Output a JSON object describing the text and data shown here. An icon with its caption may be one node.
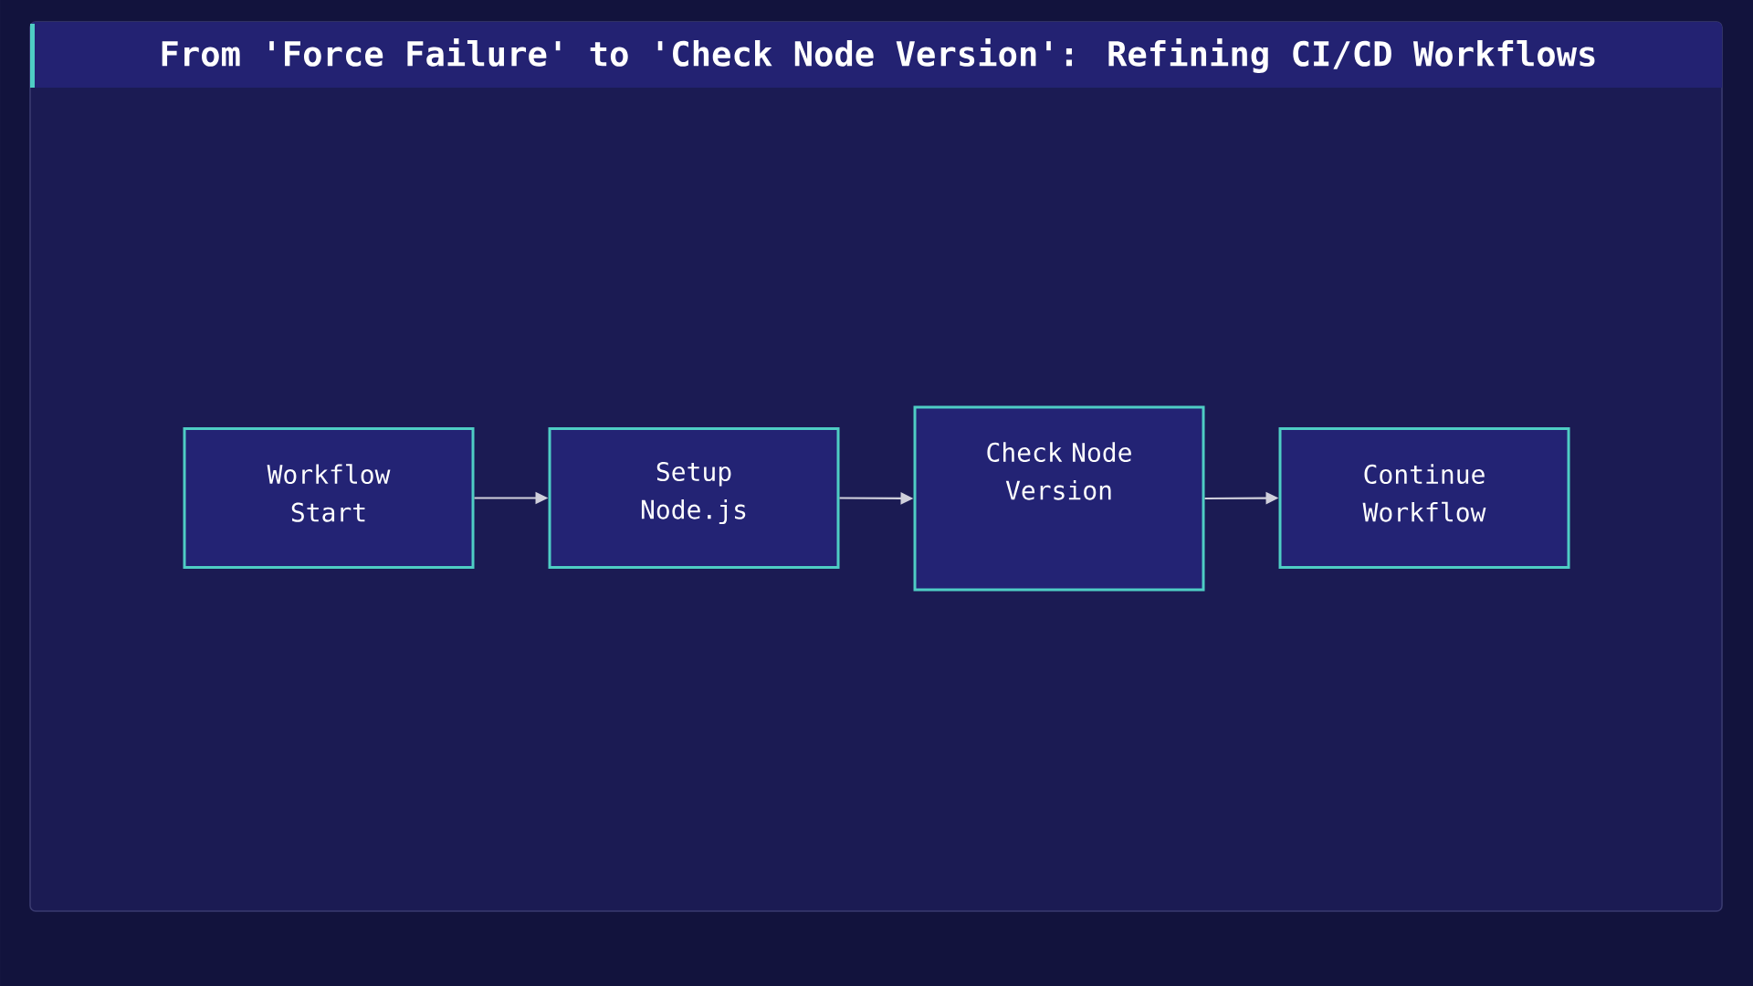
{
  "diagram": {
    "title": "From 'Force Failure' to 'Check Node Version': Refining CI/CD Workflows",
    "nodes": [
      {
        "text": [
          "Workflow Start"
        ]
      },
      {
        "text": [
          "Setup Node.js"
        ]
      },
      {
        "text": [
          "Check Node Version"
        ]
      },
      {
        "text": [
          "Continue Workflow"
        ]
      }
    ],
    "edges": [
      {
        "from": 0,
        "to": 1,
        "arrow": "to"
      },
      {
        "from": 1,
        "to": 2,
        "arrow": "to"
      },
      {
        "from": 2,
        "to": 3,
        "arrow": "to"
      }
    ]
  }
}
